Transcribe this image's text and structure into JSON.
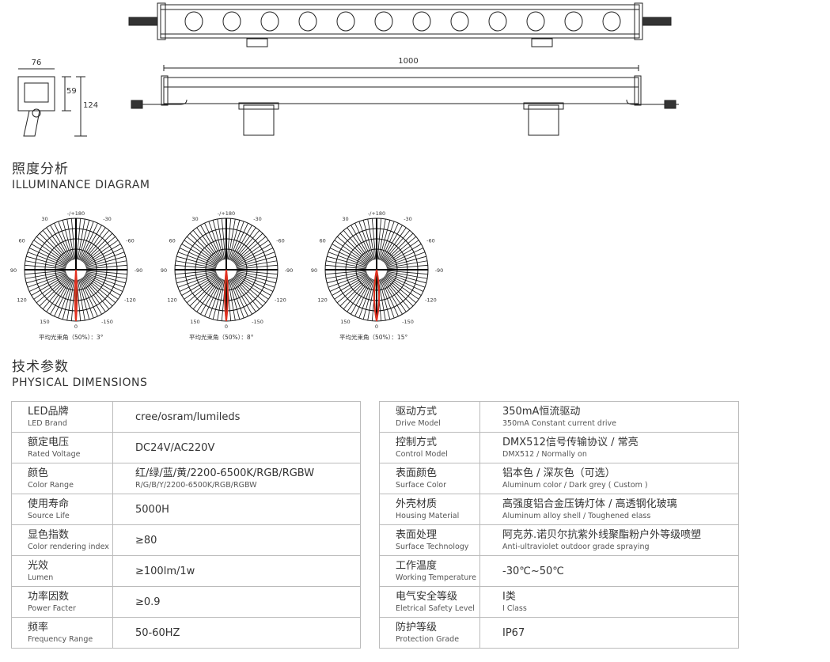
{
  "drawing": {
    "dim_length": "1000",
    "dim_width": "76",
    "dim_height_inner": "59",
    "dim_height_total": "124",
    "lens_count": 12
  },
  "illuminance": {
    "title_cn": "照度分析",
    "title_en": "ILLUMINANCE DIAGRAM",
    "angle_labels": [
      "-/+180",
      "150",
      "120",
      "90",
      "60",
      "30",
      "0",
      "-30",
      "-60",
      "-90",
      "-120",
      "-150"
    ],
    "diagrams": [
      {
        "beam_angle_deg": 3,
        "caption": "平均光束角（50%）：3°"
      },
      {
        "beam_angle_deg": 8,
        "caption": "平均光束角（50%）：8°"
      },
      {
        "beam_angle_deg": 15,
        "caption": "平均光束角（50%）：15°"
      }
    ],
    "colors": {
      "curve": "#e03020",
      "curve2": "#4a9a30"
    }
  },
  "specs": {
    "title_cn": "技术参数",
    "title_en": "PHYSICAL DIMENSIONS",
    "left": [
      {
        "cn": "LED品牌",
        "en": "LED Brand",
        "value": "cree/osram/lumileds",
        "value_en": ""
      },
      {
        "cn": "额定电压",
        "en": "Rated Voltage",
        "value": "DC24V/AC220V",
        "value_en": ""
      },
      {
        "cn": "颜色",
        "en": "Color Range",
        "value": "红/绿/蓝/黄/2200-6500K/RGB/RGBW",
        "value_en": "R/G/B/Y/2200-6500K/RGB/RGBW"
      },
      {
        "cn": "使用寿命",
        "en": "Source Life",
        "value": "5000H",
        "value_en": ""
      },
      {
        "cn": "显色指数",
        "en": "Color rendering index",
        "value": "≥80",
        "value_en": ""
      },
      {
        "cn": "光效",
        "en": "Lumen",
        "value": "≥100lm/1w",
        "value_en": ""
      },
      {
        "cn": "功率因数",
        "en": "Power Facter",
        "value": "≥0.9",
        "value_en": ""
      },
      {
        "cn": "频率",
        "en": "Frequency Range",
        "value": "50-60HZ",
        "value_en": ""
      }
    ],
    "right": [
      {
        "cn": "驱动方式",
        "en": "Drive Model",
        "value": "350mA恒流驱动",
        "value_en": "350mA Constant current drive"
      },
      {
        "cn": "控制方式",
        "en": "Control Model",
        "value": "DMX512信号传输协议 / 常亮",
        "value_en": "DMX512 / Normally on"
      },
      {
        "cn": "表面颜色",
        "en": "Surface Color",
        "value": "铝本色 / 深灰色（可选）",
        "value_en": "Aluminum color / Dark grey ( Custom )"
      },
      {
        "cn": "外壳材质",
        "en": "Housing Material",
        "value": "高强度铝合金压铸灯体 / 高透钢化玻璃",
        "value_en": "Aluminum alloy shell / Toughened elass"
      },
      {
        "cn": "表面处理",
        "en": "Surface Technology",
        "value": "阿克苏.诺贝尔抗紫外线聚酯粉户外等级喷塑",
        "value_en": "Anti-ultraviolet outdoor grade spraying"
      },
      {
        "cn": "工作温度",
        "en": "Working Temperature",
        "value": "-30℃~50℃",
        "value_en": ""
      },
      {
        "cn": "电气安全等级",
        "en": "Eletrical Safety Level",
        "value": "I类",
        "value_en": "I Class"
      },
      {
        "cn": "防护等级",
        "en": "Protection Grade",
        "value": "IP67",
        "value_en": ""
      }
    ]
  }
}
